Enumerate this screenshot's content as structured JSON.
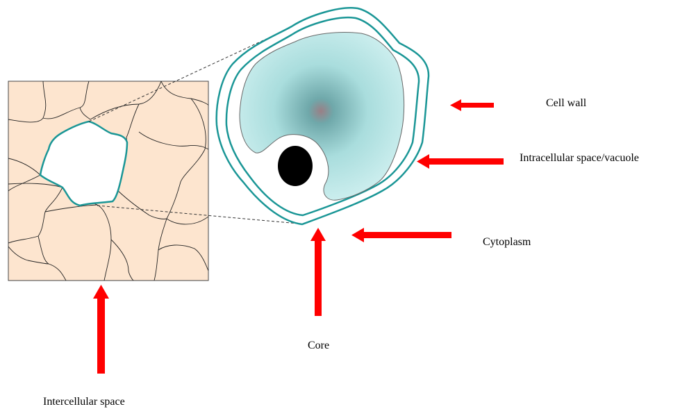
{
  "diagram": {
    "labels": {
      "cell_wall": "Cell wall",
      "intracellular": "Intracellular space/vacuole",
      "cytoplasm": "Cytoplasm",
      "core": "Core",
      "intercellular": "Intercellular space"
    }
  },
  "colors": {
    "tissue_fill": "#fde5cf",
    "membrane": "#1a9696",
    "arrow": "#ff0000",
    "nucleus": "#000000",
    "cytoplasm_center": "#9a7f86",
    "cytoplasm_edge": "#d2f1f1"
  }
}
